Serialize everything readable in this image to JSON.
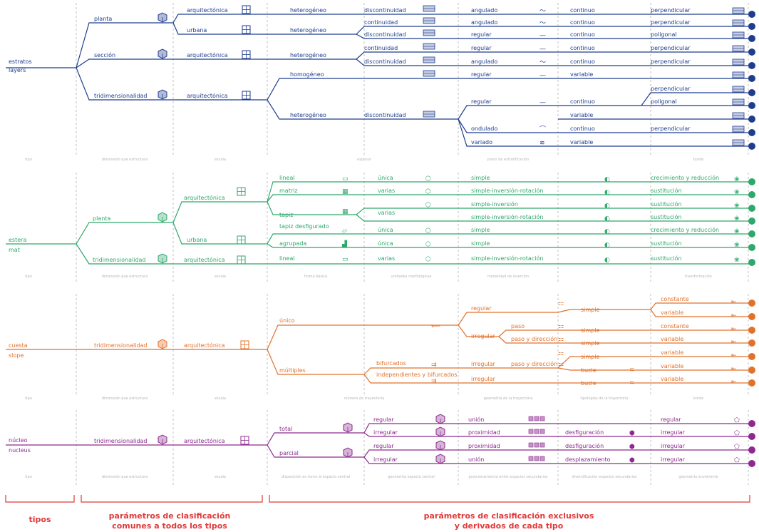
{
  "colors": {
    "layers": "#1f3d8f",
    "mat": "#2ea86b",
    "slope": "#e2712a",
    "nucleus": "#8d2a8f",
    "footer": "#e03a3a",
    "grid": "#9a9a9a",
    "caption": "#b5b5b5"
  },
  "sections": [
    {
      "id": "layers",
      "color_key": "layers",
      "root_a": "estratos",
      "root_b": "layers",
      "captions": [
        "tipo",
        "dimensión que estructura",
        "escala",
        "espesor",
        "plano de estratificación",
        "borde"
      ],
      "groups": [
        {
          "label": "planta",
          "icon": "cube-icon",
          "rows": [
            {
              "esc": "arquitectónica",
              "c": [
                "heterogéneo",
                "discontinuidad",
                "angulado",
                "continuo",
                "perpendicular"
              ]
            },
            {
              "esc": "urbana",
              "c": [
                "heterogéneo",
                "continuidad",
                "angulado",
                "continuo",
                "perpendicular"
              ]
            },
            {
              "c": [
                "",
                "discontinuidad",
                "regular",
                "continuo",
                "poligonal"
              ]
            }
          ]
        },
        {
          "label": "sección",
          "icon": "cube-icon",
          "rows": [
            {
              "esc": "arquitectónica",
              "c": [
                "heterogéneo",
                "continuidad",
                "regular",
                "continuo",
                "perpendicular"
              ]
            },
            {
              "c": [
                "",
                "discontinuidad",
                "angulado",
                "continuo",
                "perpendicular"
              ]
            }
          ]
        },
        {
          "label": "tridimensionalidad",
          "icon": "cube-icon",
          "rows": [
            {
              "esc": "arquitectónica",
              "c": [
                "homogéneo",
                "",
                "regular",
                "variable",
                ""
              ]
            },
            {
              "c": [
                "",
                "",
                "regular",
                "continuo",
                "perpendicular"
              ]
            },
            {
              "c": [
                "",
                "",
                "",
                "",
                "poligonal"
              ]
            },
            {
              "c": [
                "heterogéneo",
                "discontinuidad",
                "",
                "variable",
                ""
              ]
            },
            {
              "c": [
                "",
                "",
                "ondulado",
                "continuo",
                "perpendicular"
              ]
            },
            {
              "c": [
                "",
                "",
                "variado",
                "variable",
                ""
              ]
            }
          ]
        }
      ]
    },
    {
      "id": "mat",
      "color_key": "mat",
      "root_a": "estera",
      "root_b": "mat",
      "captions": [
        "tipo",
        "dimensión que estructura",
        "escala",
        "forma básica",
        "unidades morfológicas",
        "modalidad de inserción",
        "transformación"
      ],
      "rows": [
        [
          "lineal",
          "única",
          "simple",
          "crecimiento y reducción"
        ],
        [
          "matriz",
          "varias",
          "simple-inversión-rotación",
          "sustitución"
        ],
        [
          "tapiz",
          "varias",
          "simple-inversión",
          "sustitución"
        ],
        [
          "",
          "",
          "simple-inversión-rotación",
          "sustitución"
        ],
        [
          "tapiz desfigurado",
          "única",
          "simple",
          "crecimiento y reducción"
        ],
        [
          "agrupada",
          "única",
          "simple",
          "sustitución"
        ],
        [
          "lineal",
          "varias",
          "simple-inversión-rotación",
          "sustitución"
        ]
      ],
      "dims": [
        "planta",
        "tridimensionalidad"
      ],
      "esc": [
        "arquitectónica",
        "urbana",
        "arquitectónica"
      ]
    },
    {
      "id": "slope",
      "color_key": "slope",
      "root_a": "cuesta",
      "root_b": "slope",
      "dim": "tridimensionalidad",
      "esc": "arquitectónica",
      "captions": [
        "tipo",
        "dimensión que estructura",
        "escala",
        "número de trayectoria",
        "geometría de la trayectoria",
        "tipologías de la trayectoria",
        "borde"
      ],
      "branches": [
        "único",
        "múltiples"
      ],
      "sub": [
        "bifurcados",
        "independientes y bifurcados"
      ],
      "rows": [
        [
          "regular",
          "",
          "simple",
          "constante"
        ],
        [
          "",
          "",
          "",
          "variable"
        ],
        [
          "irregular",
          "paso",
          "simple",
          "constante"
        ],
        [
          "",
          "paso y dirección",
          "simple",
          "variable"
        ],
        [
          "",
          "",
          "simple",
          "variable"
        ],
        [
          "irregular",
          "paso y dirección",
          "bucle",
          "variable"
        ],
        [
          "irregular",
          "",
          "bucle",
          "variable"
        ]
      ]
    },
    {
      "id": "nucleus",
      "color_key": "nucleus",
      "root_a": "núcleo",
      "root_b": "nucleus",
      "dim": "tridimensionalidad",
      "esc": "arquitectónica",
      "captions": [
        "tipo",
        "dimensión que estructura",
        "escala",
        "disposición en torno al espacio central",
        "geometría espacio central",
        "posicionamiento entre espacios secundarios",
        "diversificación espacios secundarios",
        "geometría envolvente"
      ],
      "branches": [
        "total",
        "parcial"
      ],
      "rows": [
        [
          "regular",
          "unión",
          "",
          "regular"
        ],
        [
          "irregular",
          "proximidad",
          "desfiguración",
          "irregular"
        ],
        [
          "regular",
          "proximidad",
          "desfiguración",
          "irregular"
        ],
        [
          "irregular",
          "unión",
          "desplazamiento",
          "irregular"
        ]
      ]
    }
  ],
  "footer": {
    "tipos": "tipos",
    "comunes_1": "parámetros de clasificación",
    "comunes_2": "comunes a todos los tipos",
    "exclusivos_1": "parámetros de clasificación exclusivos",
    "exclusivos_2": "y derivados de cada tipo"
  }
}
